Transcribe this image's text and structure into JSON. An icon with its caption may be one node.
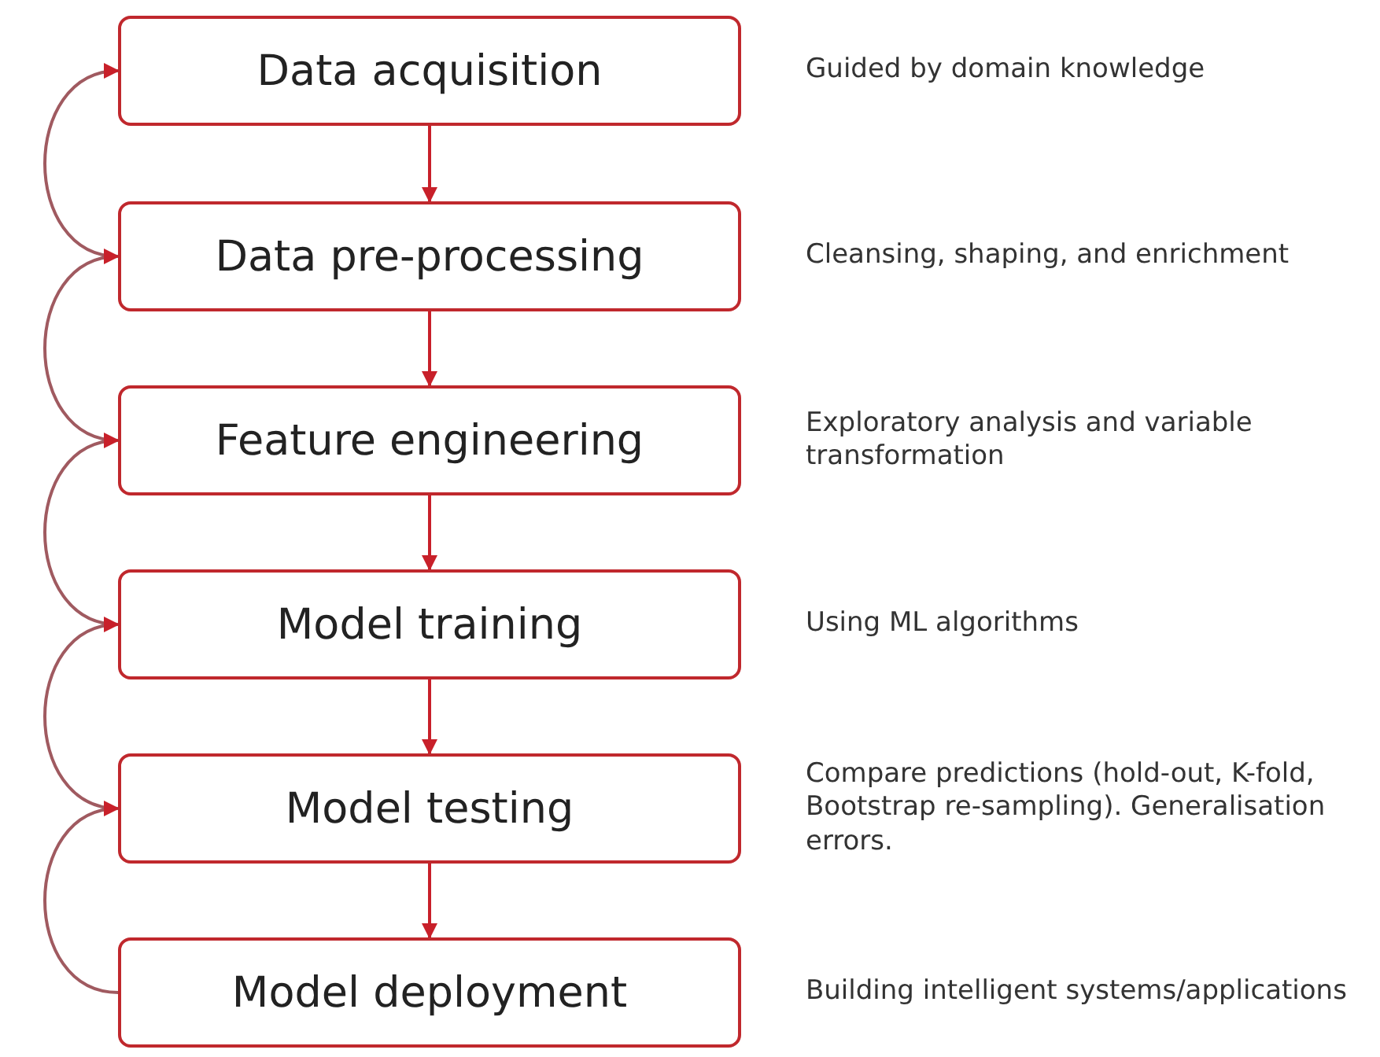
{
  "diagram": {
    "nodes": [
      {
        "text": [
          "Data acquisition"
        ],
        "beside": [
          "Guided by domain knowledge"
        ]
      },
      {
        "text": [
          "Data pre-processing"
        ],
        "beside": [
          "Cleansing, shaping, and enrichment"
        ]
      },
      {
        "text": [
          "Feature engineering"
        ],
        "beside": [
          "Exploratory analysis and variable transformation"
        ]
      },
      {
        "text": [
          "Model training"
        ],
        "beside": [
          "Using ML algorithms"
        ]
      },
      {
        "text": [
          "Model testing"
        ],
        "beside": [
          "Compare predictions (hold-out, K-fold, Bootstrap re-sampling). Generalisation errors."
        ]
      },
      {
        "text": [
          "Model deployment"
        ],
        "beside": [
          "Building intelligent systems/applications"
        ]
      }
    ],
    "edges": [
      {
        "from": 0,
        "to": 1,
        "arrow": "to"
      },
      {
        "from": 1,
        "to": 2,
        "arrow": "to"
      },
      {
        "from": 2,
        "to": 3,
        "arrow": "to"
      },
      {
        "from": 3,
        "to": 4,
        "arrow": "to"
      },
      {
        "from": 4,
        "to": 5,
        "arrow": "to"
      },
      {
        "from": 1,
        "to": 0,
        "arrow": "to"
      },
      {
        "from": 2,
        "to": 1,
        "arrow": "to"
      },
      {
        "from": 3,
        "to": 2,
        "arrow": "to"
      },
      {
        "from": 4,
        "to": 3,
        "arrow": "to"
      },
      {
        "from": 5,
        "to": 4,
        "arrow": "to"
      }
    ]
  }
}
